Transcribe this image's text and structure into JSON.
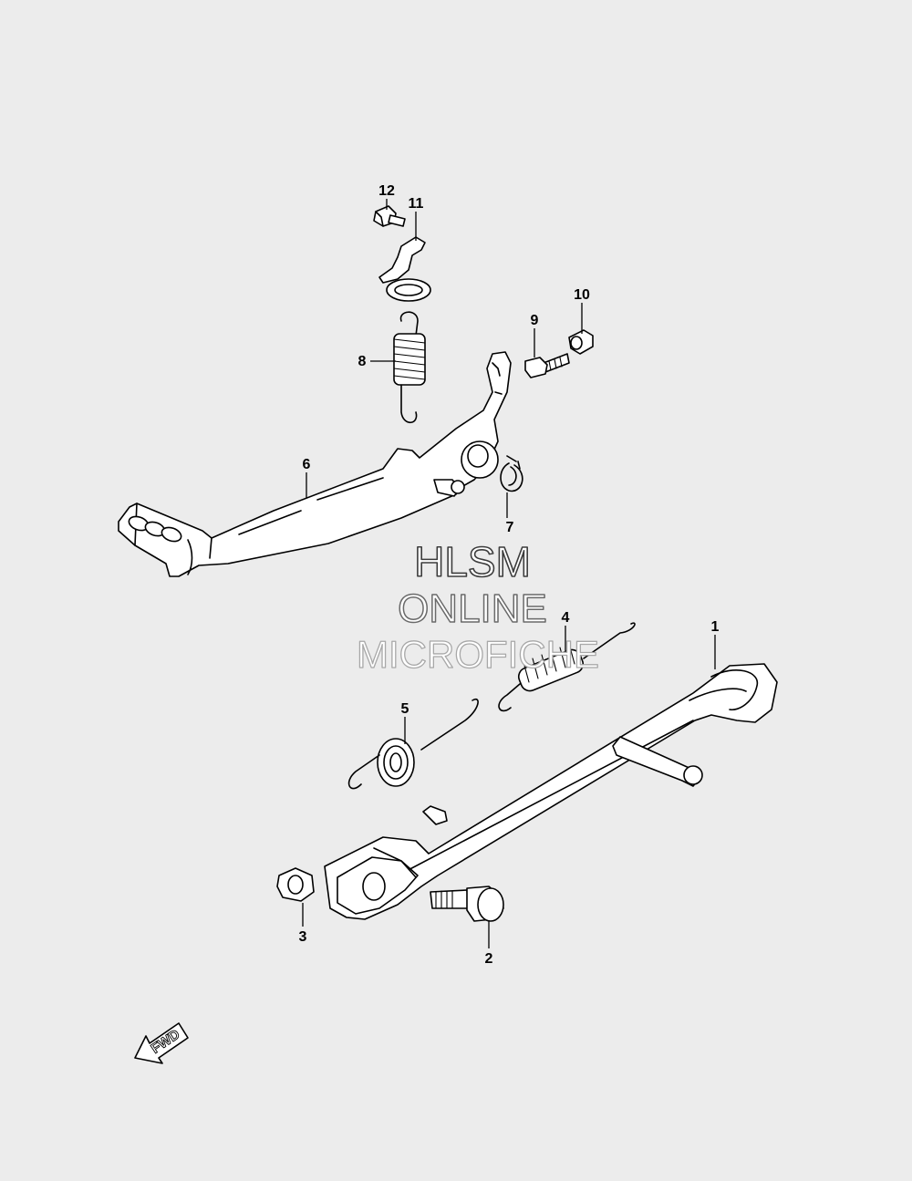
{
  "callouts": {
    "c1": "1",
    "c2": "2",
    "c3": "3",
    "c4": "4",
    "c5": "5",
    "c6": "6",
    "c7": "7",
    "c8": "8",
    "c9": "9",
    "c10": "10",
    "c11": "11",
    "c12": "12"
  },
  "watermark": {
    "line1": "HLSM",
    "line2": "ONLINE",
    "line3": "MICROFICHE"
  },
  "fwd_arrow": {
    "label": "FWD"
  },
  "icons": [
    "fwd-arrow-icon"
  ]
}
